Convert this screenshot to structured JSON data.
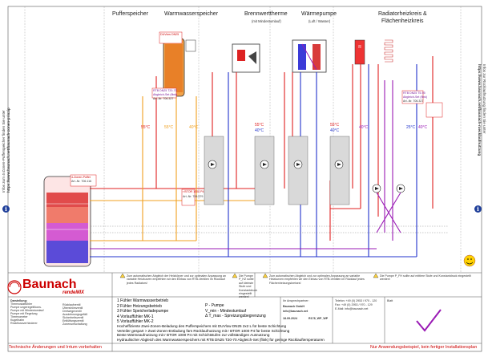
{
  "columns": {
    "c1": "Pufferspeicher",
    "c2": "Warmwasserspeicher",
    "c3": "Brennwerttherme",
    "c3_sub": "(mit Mindestumlauf)",
    "c4": "Wärmepumpe",
    "c4_sub": "(Luft / Wasser)",
    "c5a": "Radiatorheizkreis &",
    "c5b": "Flächenheizkreis"
  },
  "side_left": {
    "line1": "Infos zum 4-Zonen-Pufferspeicher finden Sie unter",
    "line2": "https://www.baunach.net/baunach-zonen-prinzip"
  },
  "side_right": {
    "line1": "Infos zur Rücklaufnutzung finden Sie unter",
    "line2": "https://www.baunach.net/baunach-ruecklaufnutzung"
  },
  "temps": {
    "t55a": "55°C",
    "t55b": "55°C",
    "t40a": "40°C",
    "t55c": "55°C",
    "t40b": "40°C",
    "t55d": "55°C",
    "t40c": "40°C",
    "t40d": "40°C",
    "t25": "25°C",
    "t40e": "40°C"
  },
  "labels": {
    "rtb_ww": "RTB DN25 T20-70",
    "rtb_ww_sub": "Abgleich-Set (flink)",
    "rtb_ww_art": "Art.-Nr. 706.327",
    "zone_buffer": "4-Zonen-Puffer",
    "zone_buffer_art": "Art.-Nr. 706.116",
    "rtb_rad": "RTB DN25 T5-95",
    "rtb_rad_sub": "Abgleich-Set (flink)",
    "rtb_rad_art": "Art.-Nr. 706.327",
    "rsb": "r BTOR 1000 P4",
    "rsb_art": "Art.-Nr. 706.579",
    "duv": "DUVlow DN25",
    "brand": "Baunach",
    "brand_sub": "rendeMIX"
  },
  "legend_left": {
    "title": "Darstellung:",
    "items": [
      "Thermostatfühler",
      "Pumpe ungeregelt/kons.",
      "Pumpe mit Mindestumlauf",
      "Pumpe mit Regelung",
      "Thermometer",
      "Kugelhahn",
      "Rückflussverhinderer"
    ]
  },
  "legend_mid": {
    "items": [
      "Fühler Warmwasserbetrieb",
      "Fühler Heizungsbetrieb",
      "Fühler Speicherladepumpe",
      "Vorlauffühler MK-1",
      "Vorlauffühler MK-2"
    ],
    "symbols": [
      "P - Pumpe",
      "V_min - Mindestumlauf",
      "Δ T_max - Spreizungsbegrenzung"
    ],
    "codes": [
      "1",
      "2",
      "3",
      "4",
      "5"
    ]
  },
  "legend_right": {
    "items": [
      "Rücklaufventil",
      "Überströmventil",
      "Dreiwegeventil",
      "Ausdehnungsgefäß",
      "Sicherheitsventil",
      "Entlüftungsventil",
      "Zonenumschaltung"
    ]
  },
  "notes": [
    "Zum automatischen Abgleich der Heizkörper und zur optimalen Anpassung an variable Heizkurven empfehlen wir den Einbau von RTB-Ventilen im Rücklauf jedes Radiators!",
    "Die Pumpe P_HZ sollte auf kleinste Stufe und Konstantdruck eingestellt werden!",
    "Zum automatischen Abgleich und zur optimalen Anpassung an variable Heizkurven empfehlen wir den Einbau von RTB-Ventilen im Rücklauf jedes Flächenheizungskreises!",
    "Die Pumpe P_FH sollte auf mittlere Stufe und Konstantdruck eingestellt werden!"
  ],
  "bullets": [
    "Hocheffiziente Zwei-Zonen-Beladung des Pufferspeichers mit DUVlow DN25 2x2 L für beste Schichtung",
    "Verteiler gespart > Zwei-Zonen-Entladung fürs Rücklaufnutzung mit r BTOR 1000 P4 für beste Schichtung",
    "Beste Wärmeaufnutzung mit r BTOR 1000 P4 mit Schichtstufen zur vollständigen Ausnutzung",
    "Hydraulischer Abgleich des Warmwasserspeichers mit RTB DN25 T20-70 Abgleich-Set (flink) für geringe Rücklauftemperaturen"
  ],
  "title_block": {
    "l1": "Ihr Ansprechpartner:",
    "v1": "Baunach GmbH",
    "l2": "info@baunach.net",
    "date": "18.09.2024",
    "code": "R178_WP_WP",
    "tel": "Telefon: +49 (0) 2953 / 970 - 120",
    "fax": "Fax: +49 (0) 2953 / 970 - 129",
    "mail": "E-Mail: info@baunach.net",
    "blatt": "Blatt"
  },
  "footer": {
    "left": "Technische Änderungen und Irrtum vorbehalten",
    "right": "Nur Anwendungsbeispiel, kein fertiger Installationsplan"
  }
}
